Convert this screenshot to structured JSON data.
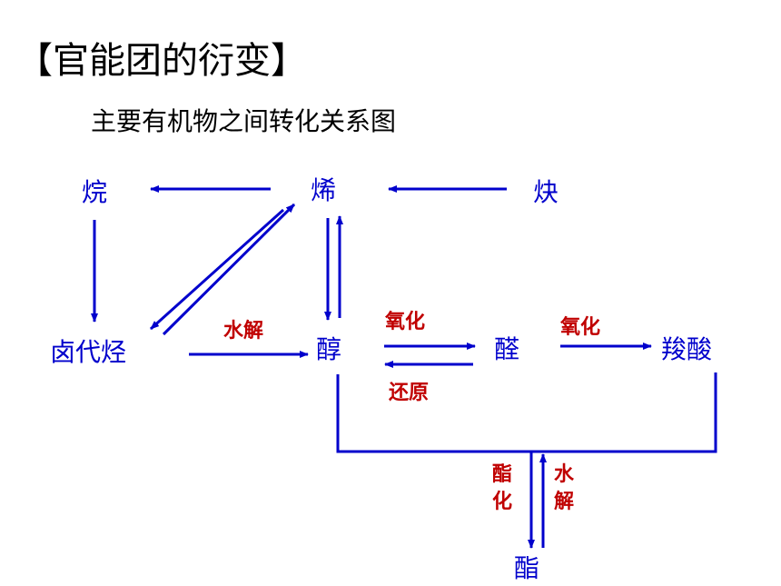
{
  "title": "【官能团的衍变】",
  "subtitle": "主要有机物之间转化关系图",
  "nodes": {
    "alkane": "烷",
    "alkene": "烯",
    "alkyne": "炔",
    "haloalkane": "卤代烃",
    "alcohol": "醇",
    "aldehyde": "醛",
    "carboxylic_acid": "羧酸",
    "ester": "酯"
  },
  "labels": {
    "hydrolysis_halo": "水解",
    "oxidation_1": "氧化",
    "reduction": "还原",
    "oxidation_2": "氧化",
    "esterification": "酯化",
    "hydrolysis_ester": "水解"
  },
  "colors": {
    "node_text": "#0000cc",
    "arrow": "#0000cc",
    "label_text": "#c00000",
    "title_text": "#000000"
  }
}
